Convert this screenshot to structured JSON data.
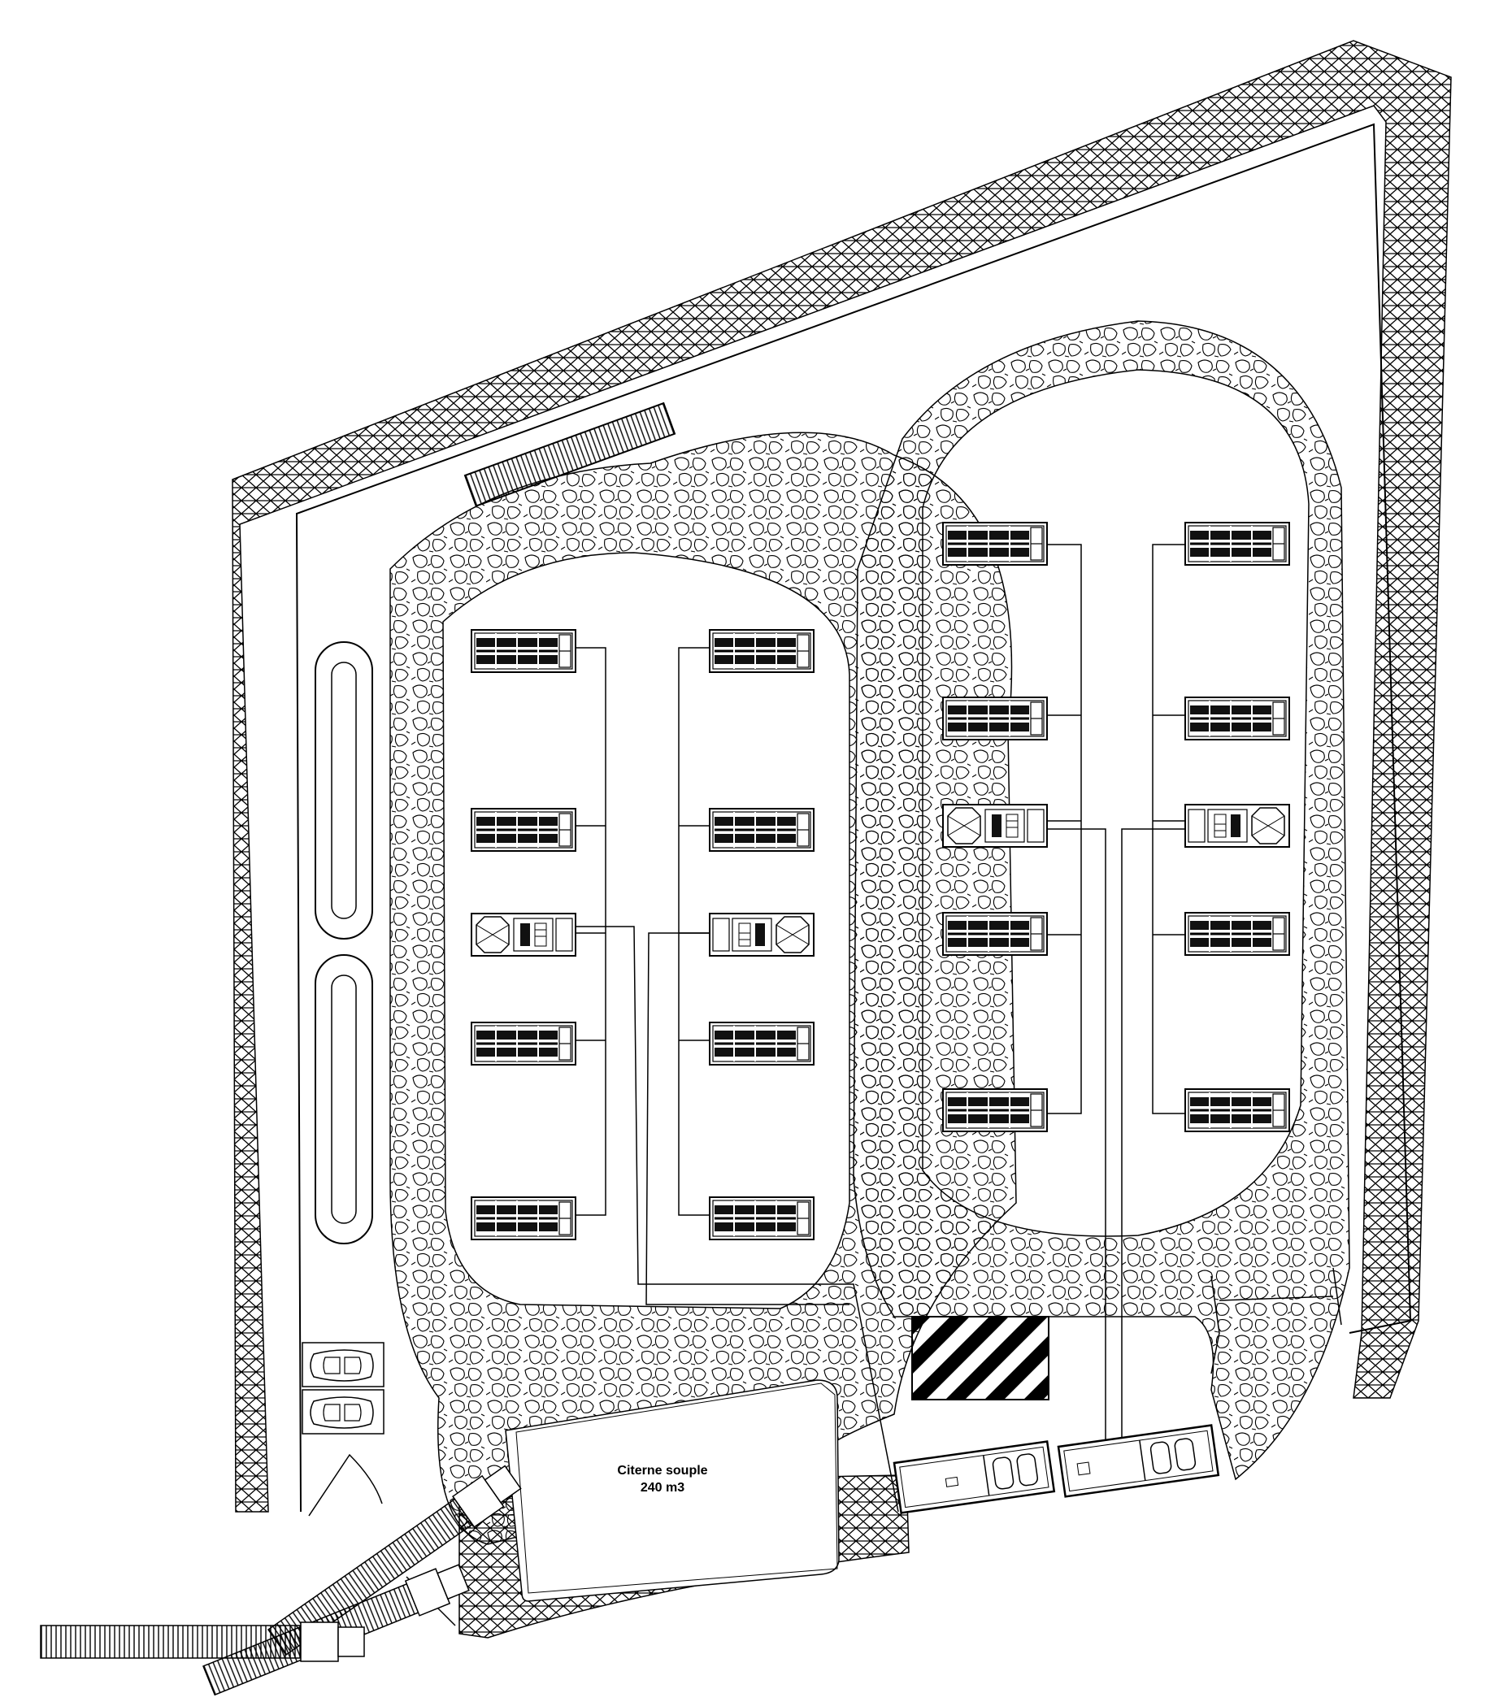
{
  "tank": {
    "label_line1": "Citerne souple",
    "label_line2": "240 m3"
  },
  "legend_colors": {
    "ink": "#000000",
    "background": "#ffffff",
    "hazard_stripe": "#000000"
  },
  "elements": {
    "container_units_count": 20,
    "transformer_units_count": 4,
    "site_buildings_count": 2,
    "parking_spaces_count": 2,
    "trucks_count": 3
  }
}
